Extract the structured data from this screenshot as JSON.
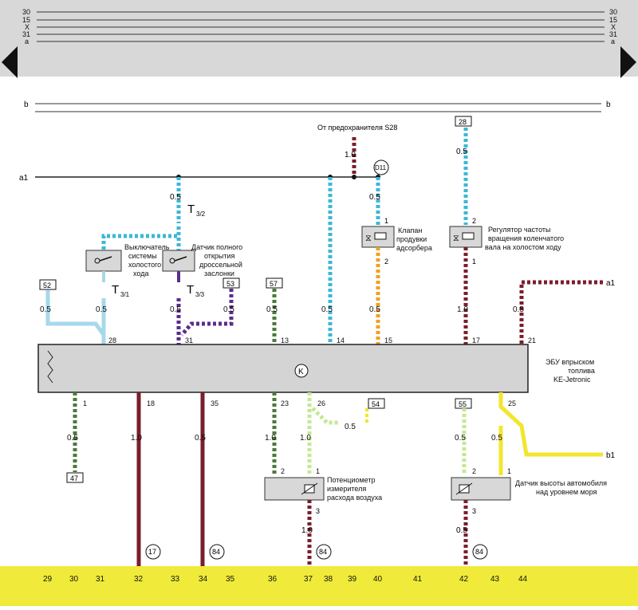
{
  "top_rails": {
    "labels": [
      "30",
      "15",
      "X",
      "31",
      "a"
    ]
  },
  "rail_b": "b",
  "rail_a1": "a1",
  "source_note": "От предохранителя S28",
  "connectors": {
    "d11": "D11",
    "box_28": "28",
    "box_52": "52",
    "box_53": "53",
    "box_57": "57",
    "box_54": "54",
    "box_55": "55",
    "box_47": "47",
    "gnd_17": "17",
    "gnd_84a": "84",
    "gnd_84b": "84",
    "gnd_84c": "84",
    "t32": "T",
    "t32_sub": "3/2",
    "t31": "T",
    "t31_sub": "3/1",
    "t33": "T",
    "t33_sub": "3/3",
    "ecu_k": "K"
  },
  "components": {
    "idle_switch": [
      "Выключатель",
      "системы",
      "холостого",
      "хода"
    ],
    "throttle_sensor": [
      "Датчик полного",
      "открытия",
      "дроссельной",
      "заслонки"
    ],
    "adsorber_valve": [
      "Клапан",
      "продувки",
      "адсорбера"
    ],
    "idle_regulator": [
      "Регулятор частоты",
      "вращения коленчатого",
      "вала на холостом ходу"
    ],
    "ecu": [
      "ЭБУ впрыском",
      "топлива",
      "KE-Jetronic"
    ],
    "air_meter_pot": [
      "Потенциометр",
      "измерителя",
      "расхода воздуха"
    ],
    "altitude_sensor": [
      "Датчик высоты автомобиля",
      "над уровнем моря"
    ]
  },
  "wire_sizes": {
    "src_1_0": "1.0",
    "d11_0_5": "0.5",
    "reg_0_5": "0.5",
    "t32_0_5": "0.5",
    "in_52": "0.5",
    "in_28": "0.5",
    "in_31": "0.5",
    "in_53": "0.5",
    "in_13": "0.5",
    "in_14": "0.5",
    "in_15": "0.5",
    "in_17": "1.0",
    "in_21": "0.5",
    "out_1": "0.5",
    "out_18": "1.0",
    "out_35": "0.5",
    "out_23": "1.0",
    "out_26": "1.0",
    "out_26b": "0.5",
    "out_55": "0.5",
    "out_25": "0.5",
    "pot_3": "1.0",
    "alt_3": "0.5"
  },
  "pins": {
    "p28": "28",
    "p31": "31",
    "p13": "13",
    "p14": "14",
    "p15": "15",
    "p17": "17",
    "p21": "21",
    "p1": "1",
    "p18": "18",
    "p35": "35",
    "p23": "23",
    "p26": "26",
    "p25": "25",
    "valve_1": "1",
    "valve_2": "2",
    "reg_2": "2",
    "reg_1": "1",
    "pot_2": "2",
    "pot_1": "1",
    "pot_3": "3",
    "alt_2": "2",
    "alt_1": "1",
    "alt_3": "3"
  },
  "bottom_numbers": [
    "29",
    "30",
    "31",
    "32",
    "33",
    "34",
    "35",
    "36",
    "37",
    "38",
    "39",
    "40",
    "41",
    "42",
    "43",
    "44"
  ],
  "out_labels": {
    "a1": "a1",
    "b1": "b1"
  },
  "colors": {
    "cyan": "#3cb7d6",
    "dark_red": "#7a1e2c",
    "purple": "#5a2d8c",
    "green": "#4a7a3a",
    "yellow": "#f2e62e",
    "orange": "#f0a020",
    "light_blue": "#a6d8ea",
    "light_green": "#c4e890",
    "ecu_fill": "#d4d4d4",
    "top_band": "#d8d8d8",
    "bottom_band": "#f0ea3a"
  }
}
